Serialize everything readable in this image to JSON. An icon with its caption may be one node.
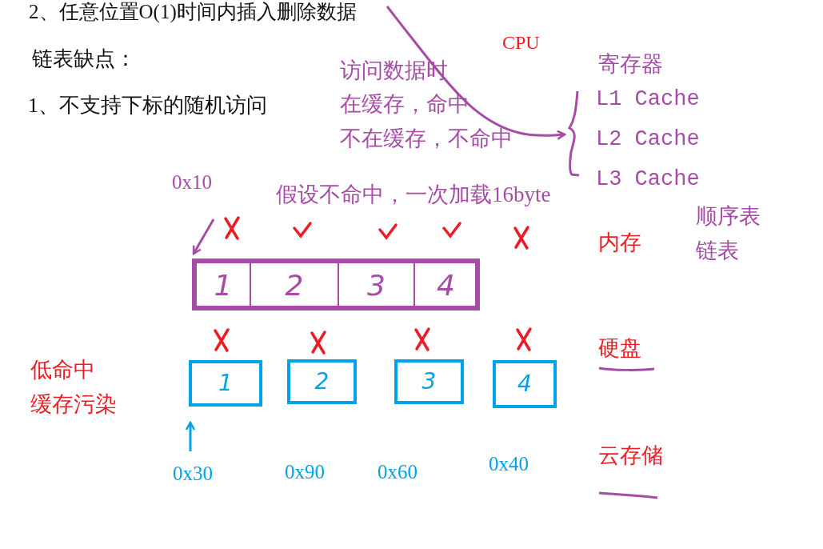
{
  "diagram": {
    "nodes": [
      {
        "text": [
          "L1 Cache",
          "L2 Cache",
          "L3 Cache"
        ]
      },
      {
        "text": [
          "0x10"
        ]
      },
      {
        "text": [],
        "shape": "box"
      },
      {
        "text": [
          "1"
        ],
        "in": 2
      },
      {
        "text": [
          "2"
        ],
        "in": 2
      },
      {
        "text": [
          "3"
        ],
        "in": 2
      },
      {
        "text": [
          "4"
        ],
        "in": 2
      },
      {
        "text": [
          "1"
        ]
      },
      {
        "text": [
          "2"
        ]
      },
      {
        "text": [
          "3"
        ]
      },
      {
        "text": [
          "4"
        ]
      },
      {
        "text": [
          "0x30"
        ]
      }
    ],
    "edges": [
      {
        "from": null,
        "to": 0,
        "arrow": "to"
      },
      {
        "from": 1,
        "to": 2,
        "arrow": "to"
      },
      {
        "from": 11,
        "to": 7,
        "arrow": "to",
        "color": "#00a2e8"
      }
    ],
    "labels": [
      "2、任意位置O(1)时间内插入删除数据",
      "链表缺点：",
      "CPU",
      "访问数据时",
      "寄存器",
      "1、不支持下标的随机访问",
      "在缓存，命中",
      "不在缓存，不命中",
      "假设不命中，一次加载16byte",
      "顺序表",
      "内存",
      "链表",
      "硬盘",
      "低命中",
      "缓存污染",
      "云存储",
      "0x90",
      "0x60",
      "0x40"
    ]
  }
}
